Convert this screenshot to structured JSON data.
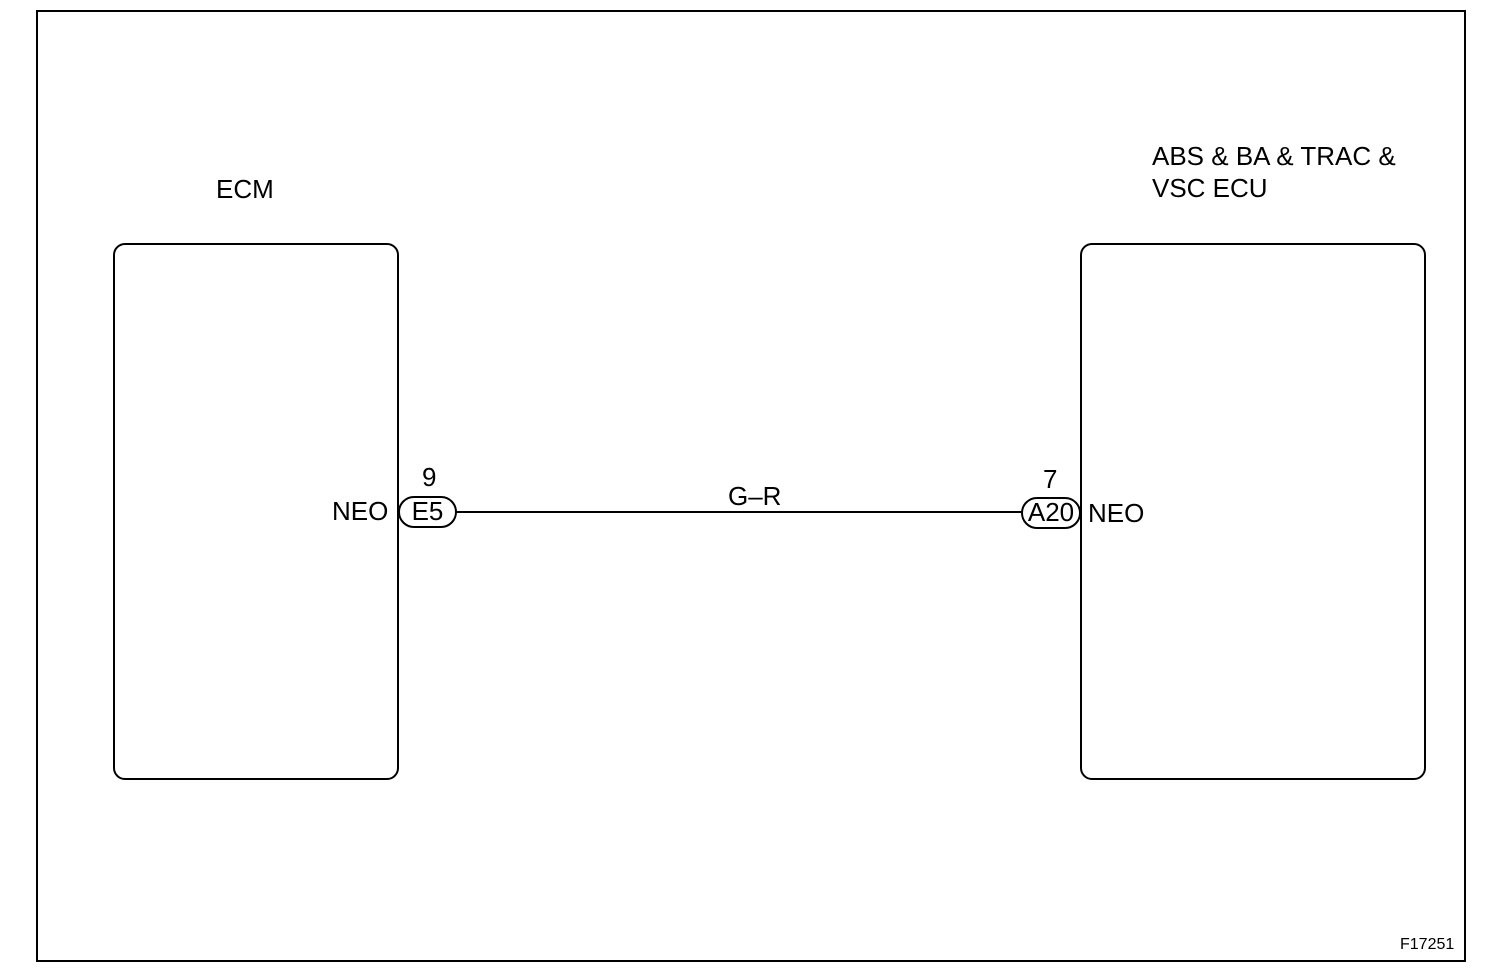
{
  "ecm": {
    "title": "ECM",
    "pin_name": "NEO",
    "pin_number": "9",
    "connector": "E5"
  },
  "abs_ecu": {
    "title": "ABS & BA & TRAC & VSC ECU",
    "pin_name": "NEO",
    "pin_number": "7",
    "connector": "A20"
  },
  "wire": {
    "color_code": "G–R"
  },
  "figure_id": "F17251"
}
